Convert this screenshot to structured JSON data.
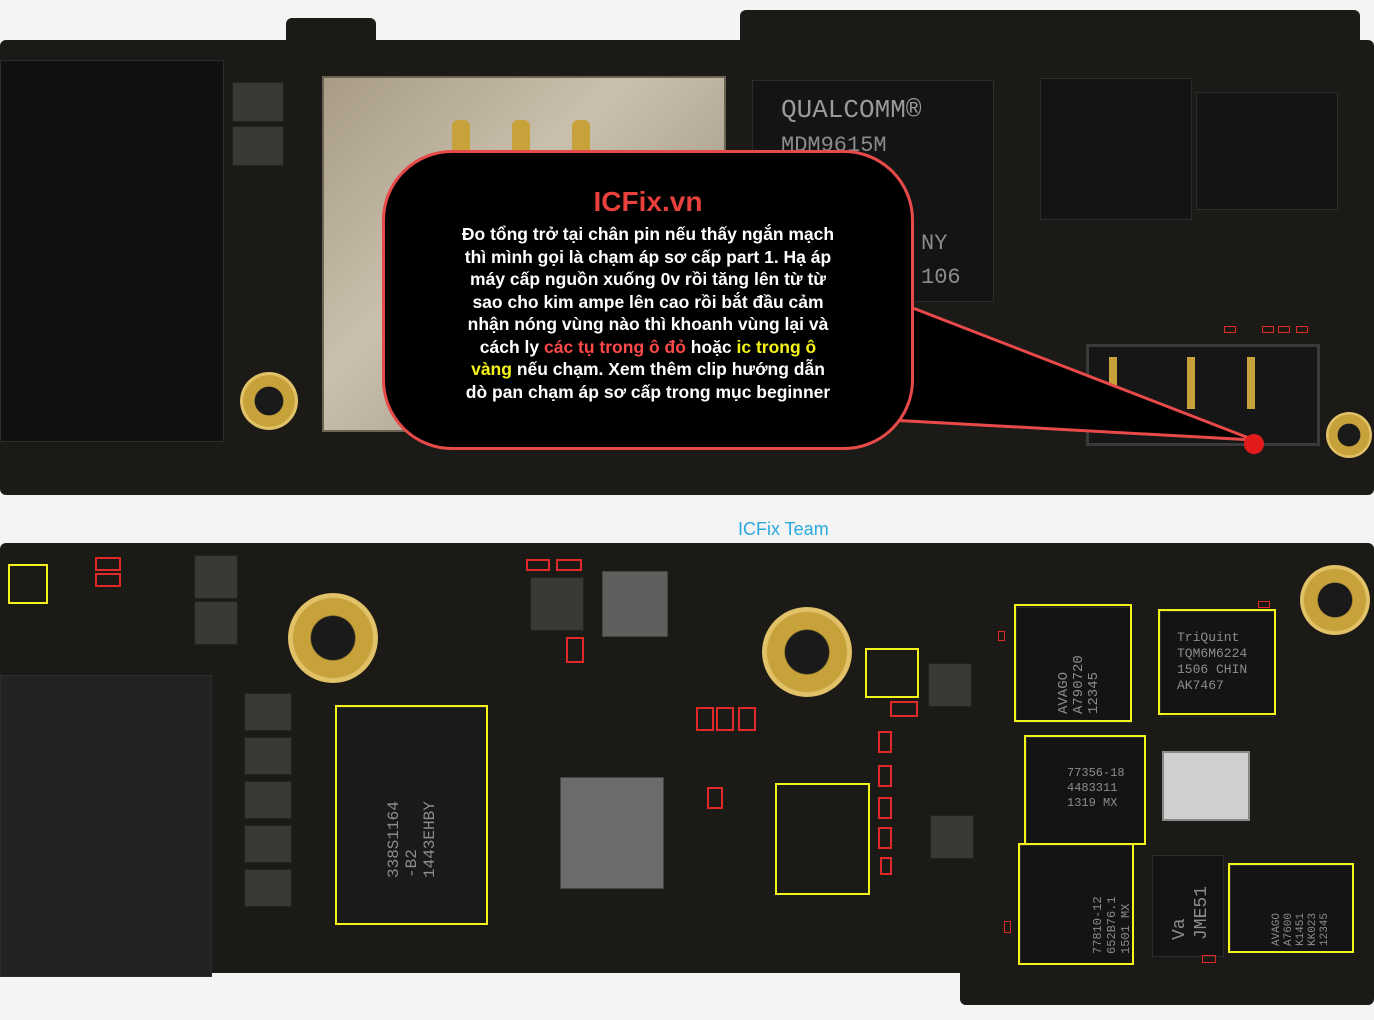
{
  "callout": {
    "title": "ICFix.vn",
    "line1": "Đo tổng trở tại chân pin nếu thấy ngắn mạch\nthì mình gọi là chạm áp sơ cấp part 1. Hạ áp\nmáy cấp nguồn xuống 0v rồi tăng lên từ từ\nsao cho kim ampe lên cao rồi bắt đầu cảm\nnhận nóng vùng nào thì khoanh vùng lại và\ncách ly ",
    "red_phrase": "các tụ trong ô đỏ",
    "mid": " hoặc ",
    "yellow_phrase": "ic trong ô\nvàng",
    "tail": " nếu chạm. Xem thêm clip hướng dẫn\ndò pan chạm áp sơ cấp trong mục beginner"
  },
  "watermark": "ICFix Team",
  "chip_markings": {
    "qualcomm": "QUALCOMM®",
    "mdm": "MDM9615M",
    "mdm_tail": "NY",
    "mdm_code": "106",
    "apple_pmic": "338S1164\n-B2\n1443EHBY",
    "avago1": "AVAGO\nA790720\n12345",
    "triquint": "TriQuint\nTQM6M6224\n1506 CHIN\nAK7467",
    "skyworks1": "77356-18\n4483311\n1319 MX",
    "skyworks2": "77810-12\n652B76.1\n1501 MX",
    "jme": "Va\nJME51",
    "avago2": "AVAGO\nA7600\nK1451\nKK023\n12345"
  },
  "colors": {
    "callout_border": "#e84a4a",
    "title": "#e8403c",
    "red_marker": "#e02a2a",
    "yellow_marker": "#f4f41a",
    "watermark": "#2aa9e0"
  }
}
